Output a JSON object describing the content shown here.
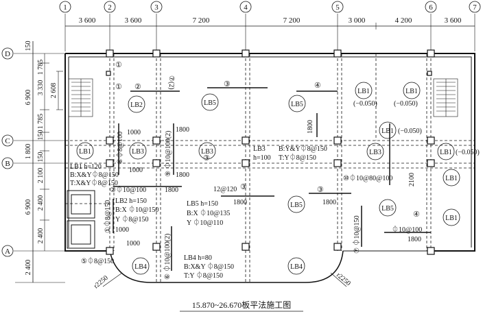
{
  "grid_top": [
    "1",
    "2",
    "3",
    "4",
    "5",
    "6",
    "7"
  ],
  "grid_left": [
    "D",
    "C",
    "B",
    "A"
  ],
  "dims_top": [
    "3 600",
    "3 600",
    "7 200",
    "7 200",
    "3 000",
    "4 200",
    "3 600"
  ],
  "dims_left_outer": [
    "150",
    "6 900",
    "1 800",
    "6 900",
    "2 400"
  ],
  "dims_left_inner": [
    "1 785",
    "3 330",
    "1 785",
    "150",
    "150",
    "2 100",
    "2 400",
    "2 400"
  ],
  "dim_stair": "2 608",
  "slab_labels": {
    "lb2": "LB2",
    "lb5_top": "LB5",
    "lb5_top2": "LB5",
    "lb1_tr1": "LB1",
    "lb1_tr2": "LB1",
    "lb1_mid": "LB1",
    "lb1_left": "LB1",
    "lb3_a": "LB3",
    "lb3_b": "LB3",
    "lb3_c": "LB3",
    "lb1_right": "LB1",
    "lb1_r2": "LB1",
    "lb1_r3": "LB1",
    "lb5_mid": "LB5",
    "lb5_right": "LB5",
    "lb4_a": "LB4",
    "lb4_b": "LB4"
  },
  "elevations": {
    "e1": "(−0.050)",
    "e2": "(−0.050)",
    "e3": "(−0.050)",
    "e4": "(−0.050)"
  },
  "circled_nums": [
    "①",
    "②",
    "③",
    "④",
    "①",
    "③",
    "③",
    "③",
    "④",
    "⑦(2)",
    "⑧",
    "⑨",
    "②",
    "⑤",
    "⑥",
    "⑦",
    "⑩"
  ],
  "notes": {
    "lb3": "LB3",
    "lb3_h": "h=100",
    "lb3_b": "B:Y&Y⏀8@150",
    "lb3_t": "T:Y⏀8@150",
    "lb1": "LB1 h=120",
    "lb1_b": "B:X&Y⏀8@150",
    "lb1_t": "T:X&Y⏀8@150",
    "lb2": "LB2 h=150",
    "lb2_b": "B:X ⏀10@150",
    "lb2_y": "Y ⏀8@150",
    "lb5": "LB5 h=150",
    "lb5_b": "B:X ⏀10@135",
    "lb5_y": "Y ⏀10@110",
    "lb4": "LB4 h=80",
    "lb4_b": "B:X&Y ⏀8@150",
    "lb4_t": "T:Y ⏀8@150",
    "r_1000a": "1000",
    "r_1000b": "1000",
    "r_1000c": "1000",
    "r_1000d": "1000",
    "r_1800a": "1800",
    "r_1800b": "1800",
    "r_1800c": "1800",
    "r_1800d": "1800",
    "r_1800e": "1800",
    "r_1800f": "1800",
    "r_1800g": "1800",
    "r_2100": "2100",
    "r_8at100": "⑧⏀8@100",
    "r_10at100_2": "⑨ ⏀10@100(2)",
    "r_10at100": "②⏀10@100",
    "r_12at120": "12@120",
    "r_10at80": "⑩⏀10@80@100",
    "r_1_8at150": "①⏀8@150",
    "r_5_8at150": "⑤⏀8@150",
    "r_6": "⑥ ⏀10@100(2)",
    "r_7_10at150": "⑦ ⏀10@150",
    "r_10at100b": "⏀10@100"
  },
  "radius_left": "r2250",
  "radius_right": "r2250",
  "caption": "15.870~26.670板平法施工图"
}
